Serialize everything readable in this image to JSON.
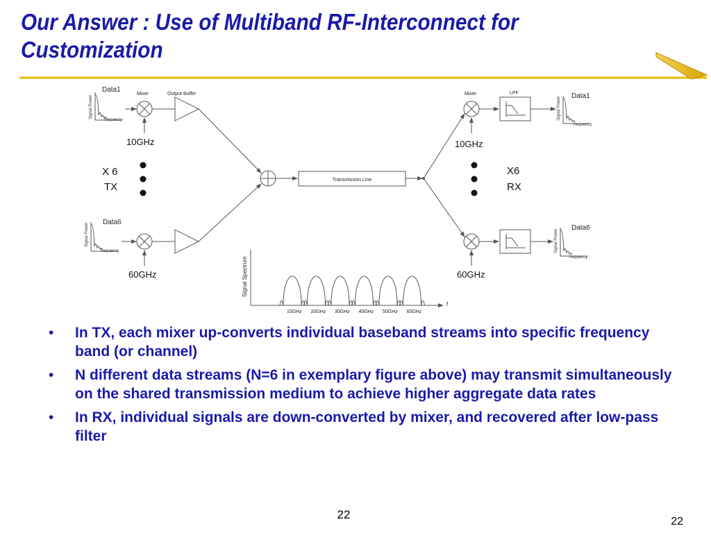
{
  "slide": {
    "title_line1": "Our Answer : Use of Multiband RF-Interconnect for",
    "title_line2": "Customization",
    "page_number_center": "22",
    "page_number_right": "22"
  },
  "colors": {
    "title": "#1a1aa8",
    "bullet_text": "#1a1aa8",
    "rule_gold": "#e6b800",
    "diagram_line": "#555555"
  },
  "diagram": {
    "tx": {
      "data_top": "Data1",
      "data_bottom": "Data6",
      "mixer_label": "Mixer",
      "buffer_label": "Output Buffer",
      "freq_top": "10GHz",
      "freq_bottom": "60GHz",
      "count_label": "X 6",
      "side_label": "TX"
    },
    "rx": {
      "data_top": "Data1",
      "data_bottom": "Data6",
      "mixer_label": "Mixer",
      "lpf_label": "LPF",
      "freq_top": "10GHz",
      "freq_bottom": "60GHz",
      "count_label": "X6",
      "side_label": "RX"
    },
    "mini_plot": {
      "ylabel": "Signal Power",
      "xlabel": "frequency"
    },
    "transmission_line_label": "Transmission Line",
    "spectrum": {
      "ylabel": "Signal Spectrum",
      "axis_label": "f",
      "bands": [
        "10GHz",
        "20GHz",
        "30GHz",
        "40GHz",
        "50GHz",
        "60GHz"
      ]
    }
  },
  "bullets": [
    "In TX, each mixer up-converts individual baseband streams into specific frequency band (or channel)",
    "N different data streams (N=6 in exemplary figure above) may transmit simultaneously on the shared transmission medium to achieve higher aggregate data rates",
    "In RX, individual signals are down-converted by mixer, and recovered after low-pass filter"
  ]
}
